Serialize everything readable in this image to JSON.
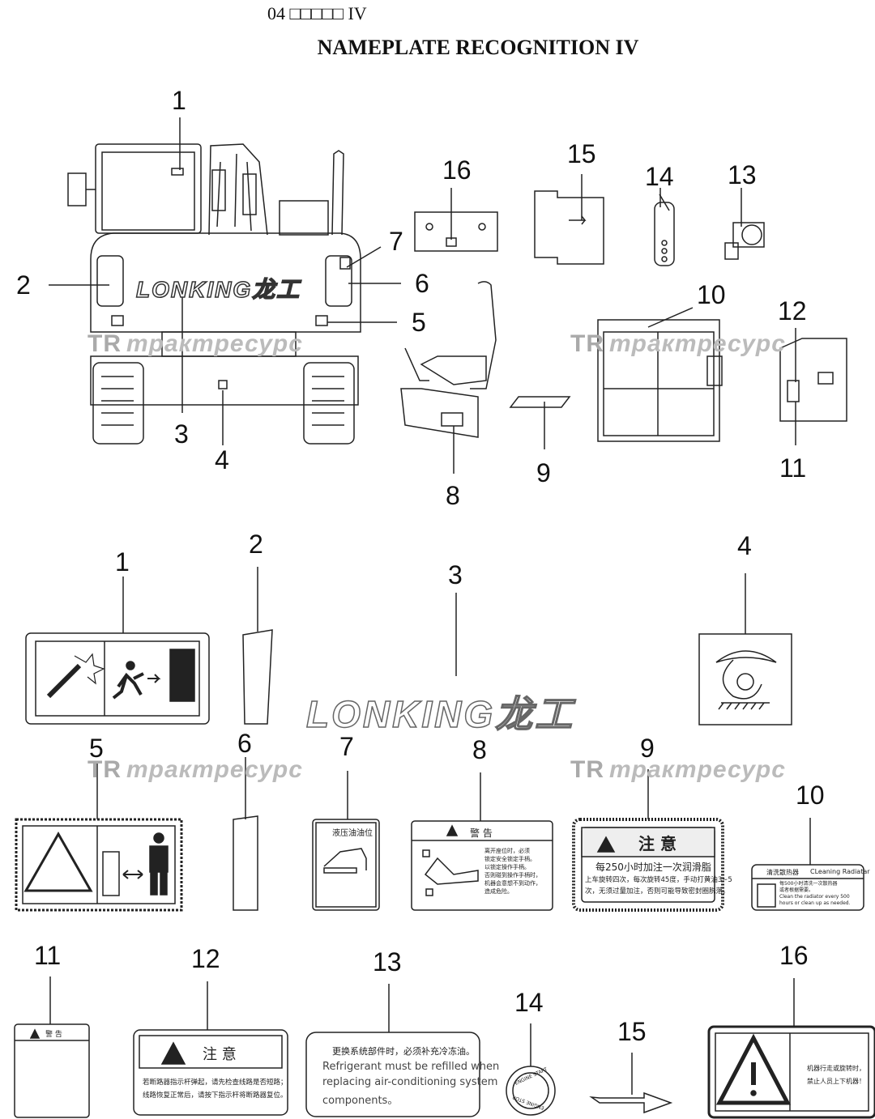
{
  "header": {
    "section": "04 □□□□□ IV",
    "title": "NAMEPLATE RECOGNITION IV"
  },
  "watermark": "трактресурс",
  "watermark_logo": "TR",
  "brand": {
    "logo_text": "LONKING",
    "logo_cn": "龙工"
  },
  "callouts_top": [
    "1",
    "2",
    "3",
    "4",
    "5",
    "6",
    "7",
    "8",
    "9",
    "10",
    "11",
    "12",
    "13",
    "14",
    "15",
    "16"
  ],
  "labels": {
    "l7": {
      "title": "液压油油位"
    },
    "l8": {
      "title": "警 告",
      "lines": [
        "离开座位时，必须",
        "锁定安全锁定手柄。",
        "以锁定操作手柄。",
        "否则碰到操作手柄时，",
        "机器会意想不到动作，",
        "造成危险。"
      ]
    },
    "l9": {
      "title": "注 意",
      "line1": "每250小时加注一次润滑脂",
      "line2": "上车旋转四次，每次旋转45度，手动打黄油3~5",
      "line3": "次，无须过量加注，否则可能导致密封圈脱落。"
    },
    "l10": {
      "title_cn": "清洗散热器",
      "title_en": "CLeaning Radiatar",
      "lines": [
        "每500小时清洗一次散热器",
        "或者根据需要。",
        "Clean the radiator every 500",
        "hours or clean up as needed."
      ]
    },
    "l11": {
      "title": "警 告"
    },
    "l12": {
      "title": "注 意",
      "line1": "若断路器指示杆弹起，请先检查线路是否短路；",
      "line2": "线路恢复正常后，请按下指示杆将断路器复位。"
    },
    "l13": {
      "line_cn": "更换系统部件时，必须补充冷冻油。",
      "line_en1": "Refrigerant must be refilled when",
      "line_en2": "replacing air-conditioning system",
      "line_en3": "components。"
    },
    "l14": {
      "start": "ENGINE START",
      "stop": "ENGINE STOP"
    },
    "l16": {
      "line1": "机器行走或旋转时，",
      "line2": "禁止人员上下机器！"
    }
  }
}
